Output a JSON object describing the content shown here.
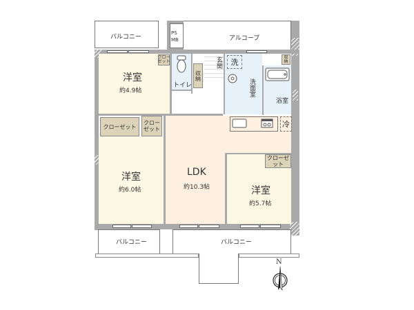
{
  "floorplan": {
    "rooms": {
      "western_room_1": {
        "name": "洋室",
        "size": "約4.9帖"
      },
      "western_room_2": {
        "name": "洋室",
        "size": "約6.0帖"
      },
      "ldk": {
        "name": "LDK",
        "size": "約10.3帖"
      },
      "western_room_3": {
        "name": "洋室",
        "size": "約5.7帖"
      },
      "toilet": {
        "name": "トイレ"
      },
      "storage": {
        "name": "収納"
      },
      "entrance": {
        "name": "玄関"
      },
      "washroom": {
        "name": "洗面室"
      },
      "bathroom": {
        "name": "浴室"
      },
      "laundry": {
        "name": "洗"
      },
      "fridge": {
        "name": "冷"
      },
      "storage_small": {
        "name": "収納"
      }
    },
    "closets": {
      "closet_room1": "クロー\nゼット",
      "closet_room2_wide": "クローゼット",
      "closet_room2_small": "クロー\nゼット",
      "closet_room3": "クローゼット"
    },
    "balconies": {
      "top_left": "バルコニー",
      "bottom_left": "バルコニー",
      "bottom_right": "バルコニー"
    },
    "alcove": "アルコーブ",
    "ps_mb": {
      "line1": "PS",
      "line2": "MB"
    },
    "compass": {
      "label": "N"
    },
    "colors": {
      "wall": "#a9a9a9",
      "western_room": "#fdf8e4",
      "ldk": "#fdf0e0",
      "wet_area": "#e6f1fa",
      "closet": "#ddd3b8"
    }
  }
}
